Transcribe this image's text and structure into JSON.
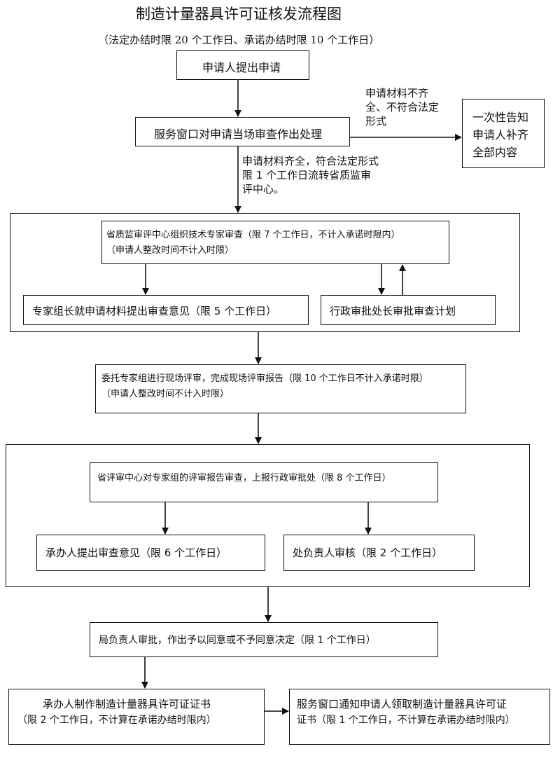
{
  "title": "制造计量器具许可证核发流程图",
  "subtitle": "（法定办结时限 20 个工作日、承诺办结时限 10 个工作日）",
  "steps": {
    "apply": "申请人提出申请",
    "window_check": "服务窗口对申请当场审查作出处理",
    "incomplete_note": [
      "申请材料不齐",
      "全、不符合法定",
      "形式"
    ],
    "notify_supplement": [
      "一次性告知",
      "申请人补齐",
      "全部内容"
    ],
    "complete_note": [
      "申请材料齐全，符合法定形式",
      "限 1 个工作日流转省质监审",
      "评中心。"
    ],
    "tech_review": [
      "省质监审评中心组织技术专家审查（限 7 个工作日，不计入承诺时限内）",
      "（申请人整改时间不计入时限）"
    ],
    "expert_opinion": "专家组长就申请材料提出审查意见（限 5 个工作日）",
    "admin_plan": "行政审批处长审批审查计划",
    "onsite_review": [
      "委托专家组进行现场评审，完成现场评审报告（限 10 个工作日不计入承诺时限）",
      "（申请人整改时间不计入时限）"
    ],
    "center_review": "省评审中心对专家组的评审报告审查，上报行政审批处（限 8 个工作日）",
    "handler_opinion": "承办人提出审查意见（限 6 个工作日）",
    "chief_review": "处负责人审核（限 2 个工作日）",
    "bureau_decision": "局负责人审批，作出予以同意或不予同意决定（限 1 个工作日）",
    "make_certificate": [
      "承办人制作制造计量器具许可证证书",
      "（限 2 个工作日，不计算在承诺办结时限内）"
    ],
    "notify_collect": [
      "服务窗口通知申请人领取制造计量器具许可证",
      "证书（限 1 个工作日，不计算在承诺办结时限内）"
    ]
  }
}
